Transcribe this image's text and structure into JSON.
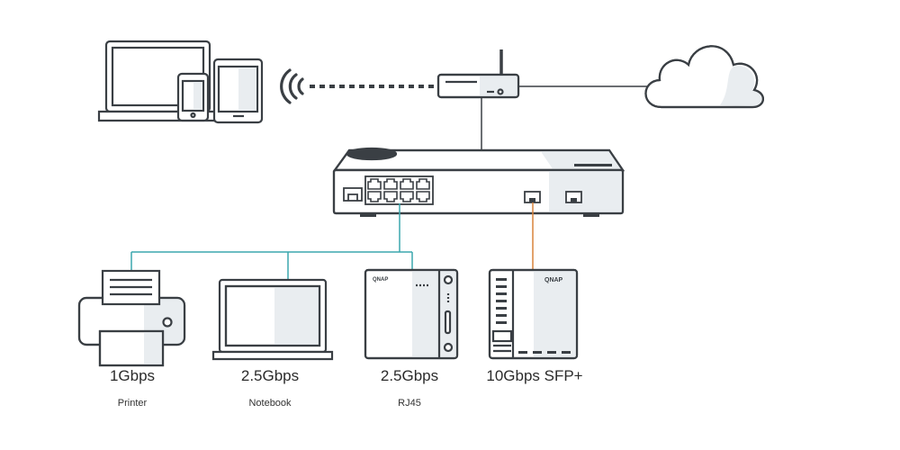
{
  "devices": [
    {
      "speed": "1Gbps",
      "label": "Printer"
    },
    {
      "speed": "2.5Gbps",
      "label": "Notebook"
    },
    {
      "speed": "2.5Gbps",
      "label": "RJ45"
    },
    {
      "speed": "10Gbps SFP+",
      "label": ""
    }
  ],
  "brand_text": "QNAP",
  "colors": {
    "outline": "#3a3f44",
    "rj45_link": "#3ba7ad",
    "sfp_link": "#d9823b",
    "shade": "#e9edf0"
  }
}
